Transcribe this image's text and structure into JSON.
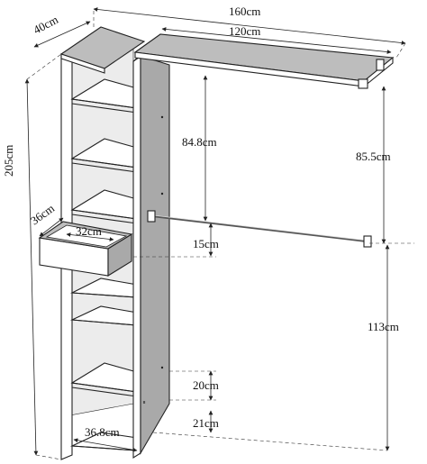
{
  "dimensions": {
    "total_width": "160cm",
    "depth": "40cm",
    "top_shelf_width": "120cm",
    "height": "205cm",
    "rail_gap": "84.8cm",
    "rail_height_right": "85.5cm",
    "drawer_depth": "36cm",
    "drawer_width": "32cm",
    "rail_drop": "15cm",
    "lower_rail_height": "113cm",
    "bottom_rail_gap": "20cm",
    "bottom_rail_height": "21cm",
    "inner_width": "36.8cm"
  },
  "colors": {
    "panel_front": "#ffffff",
    "panel_side": "#a9a9a9",
    "panel_top": "#bdbdbd",
    "rail": "#555555"
  }
}
